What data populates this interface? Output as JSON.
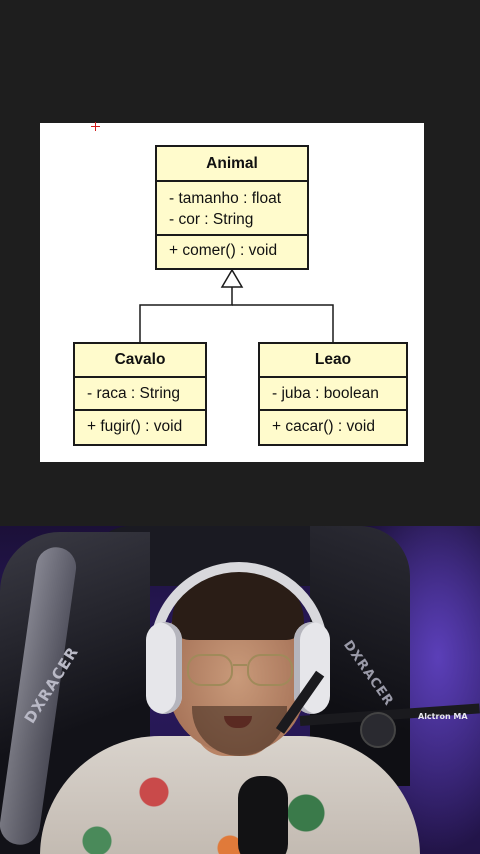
{
  "diagram": {
    "classes": {
      "animal": {
        "name": "Animal",
        "attributes": [
          "- tamanho : float",
          "- cor : String"
        ],
        "operations": [
          "+ comer() : void"
        ]
      },
      "cavalo": {
        "name": "Cavalo",
        "attributes": [
          "- raca : String"
        ],
        "operations": [
          "+ fugir() : void"
        ]
      },
      "leao": {
        "name": "Leao",
        "attributes": [
          "- juba : boolean"
        ],
        "operations": [
          "+ cacar() : void"
        ]
      }
    },
    "relationships": [
      {
        "type": "generalization",
        "from": "Cavalo",
        "to": "Animal"
      },
      {
        "type": "generalization",
        "from": "Leao",
        "to": "Animal"
      }
    ],
    "colors": {
      "class_fill": "#fffbcc",
      "border": "#1a1a1a",
      "cursor": "#d11c1c"
    }
  },
  "webcam": {
    "chair_brand": "DXRACER",
    "mic_arm_brand": "Alctron MA"
  }
}
